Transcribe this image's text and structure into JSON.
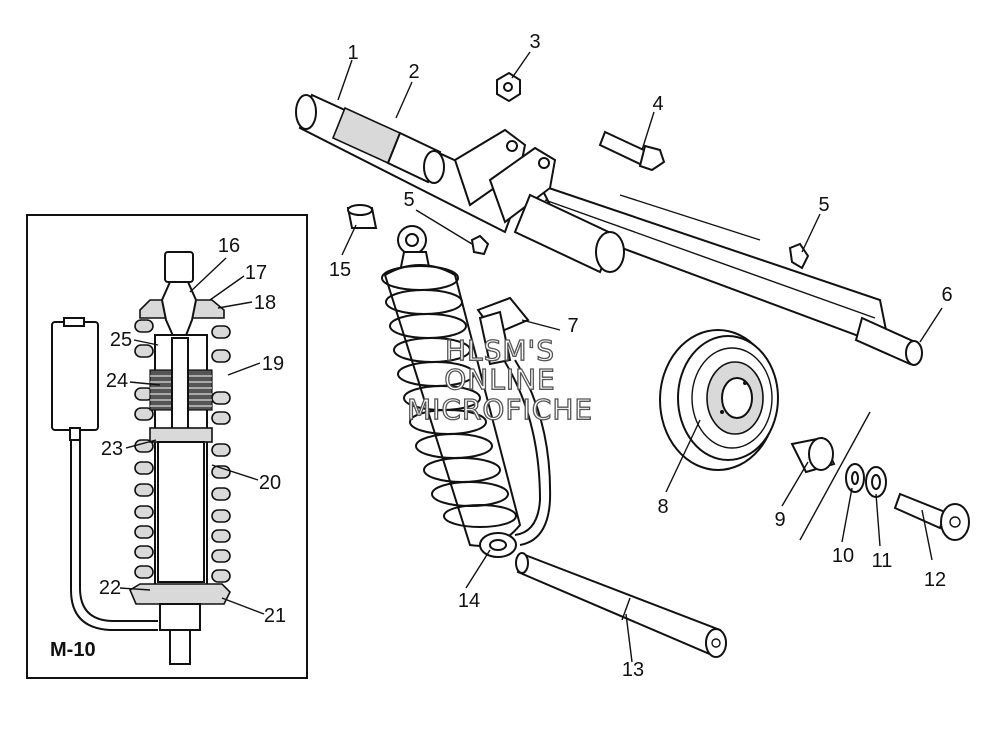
{
  "diagram": {
    "inset_label": "M-10",
    "watermark_lines": [
      "HLSM'S",
      "ONLINE",
      "MICROFICHE"
    ],
    "callouts": [
      "1",
      "2",
      "3",
      "4",
      "5",
      "5",
      "6",
      "7",
      "8",
      "9",
      "10",
      "11",
      "12",
      "13",
      "14",
      "15",
      "16",
      "17",
      "18",
      "19",
      "20",
      "21",
      "22",
      "23",
      "24",
      "25"
    ]
  }
}
